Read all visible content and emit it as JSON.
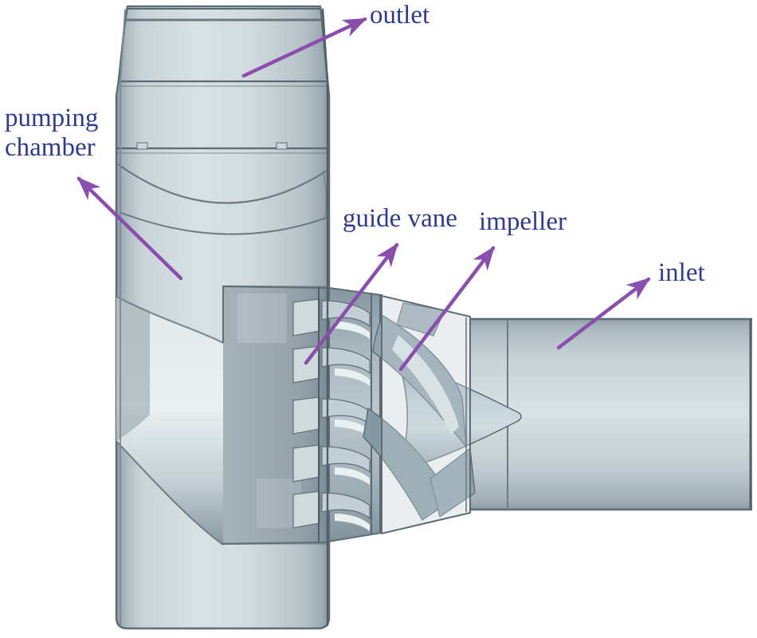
{
  "figure": {
    "kind": "3D CAD cutaway diagram of a tubular axial-flow pump",
    "labels": {
      "outlet": "outlet",
      "pumping_chamber": "pumping\nchamber",
      "guide_vane": "guide vane",
      "impeller": "impeller",
      "inlet": "inlet"
    },
    "colors": {
      "label_text": "#2e3a96",
      "arrow": "#8a4fae",
      "body_light": "#d8e1e3",
      "body_mid": "#aebbc1",
      "body_dark": "#7f9097",
      "edge_line": "#5d6d75",
      "background": "#ffffff"
    }
  }
}
